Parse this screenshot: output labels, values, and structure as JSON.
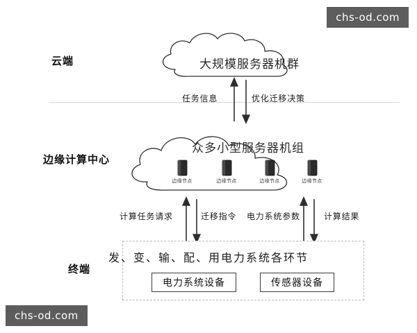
{
  "watermarks": {
    "top": "chs-od.com",
    "bottom": "chs-od.com"
  },
  "tiers": [
    {
      "id": "cloud",
      "label": "云端"
    },
    {
      "id": "edge",
      "label": "边缘计算中心"
    },
    {
      "id": "terminal",
      "label": "终端"
    }
  ],
  "cloud_tier": {
    "cloud_label": "大规模服务器机群"
  },
  "edge_tier": {
    "cloud_label": "众多小型服务器机组",
    "nodes": [
      {
        "label": "边缘节点"
      },
      {
        "label": "边缘节点"
      },
      {
        "label": "边缘节点"
      },
      {
        "label": "边缘节点"
      }
    ]
  },
  "terminal_tier": {
    "title": "发、变、输、配、用电力系统各环节",
    "boxes": [
      {
        "label": "电力系统设备"
      },
      {
        "label": "传感器设备"
      }
    ]
  },
  "flows_cloud_edge": [
    {
      "label": "任务信息",
      "direction": "up"
    },
    {
      "label": "优化迁移决策",
      "direction": "down"
    }
  ],
  "flows_edge_terminal": [
    {
      "label": "计算任务请求",
      "direction": "up"
    },
    {
      "label": "迁移指令",
      "direction": "down"
    },
    {
      "label": "电力系统参数",
      "direction": "up"
    },
    {
      "label": "计算结果",
      "direction": "down"
    }
  ],
  "colors": {
    "watermark_bg": "#5d5d5d",
    "watermark_text": "#ffffff",
    "stroke": "#2e2e2e",
    "divider": "#d8d8d8",
    "dashed_border": "#b9b9b9",
    "server_body": "#2b2b2b"
  }
}
